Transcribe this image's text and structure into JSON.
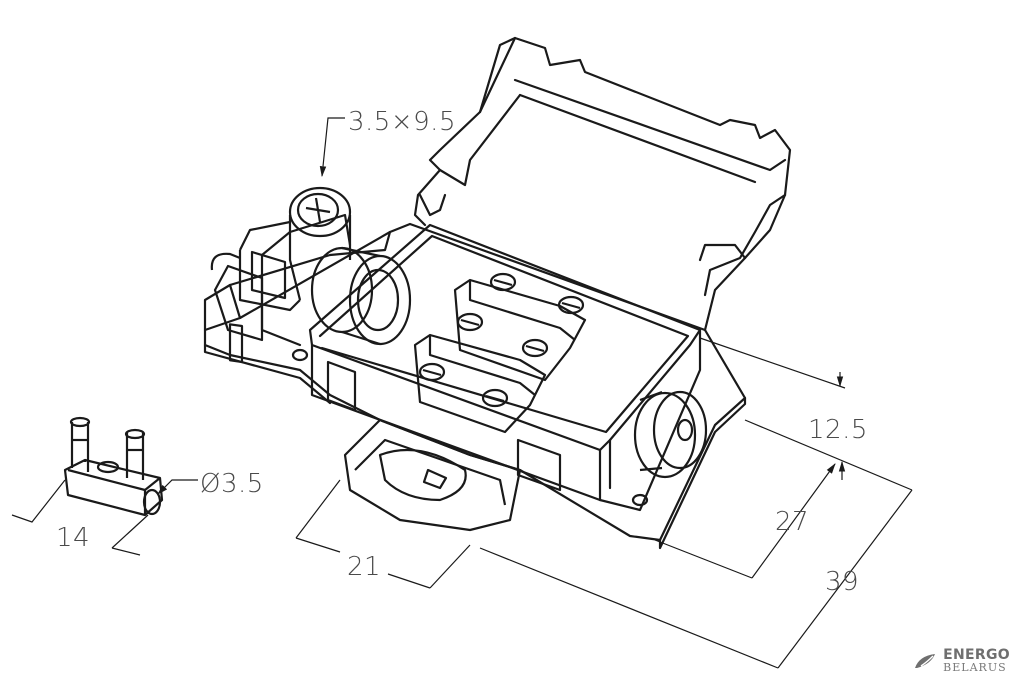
{
  "dimensions": {
    "slot": "3.5×9.5",
    "diameter": "Ø3.5",
    "bridge_length": "14",
    "opening": "21",
    "height": "12.5",
    "width": "27",
    "length": "39"
  },
  "logo": {
    "line1": "ENERGO",
    "line2": "BELARUS"
  },
  "colors": {
    "line": "#1a1a1a",
    "dimension": "#4a4a4a",
    "logo": "#6f6f6f"
  }
}
